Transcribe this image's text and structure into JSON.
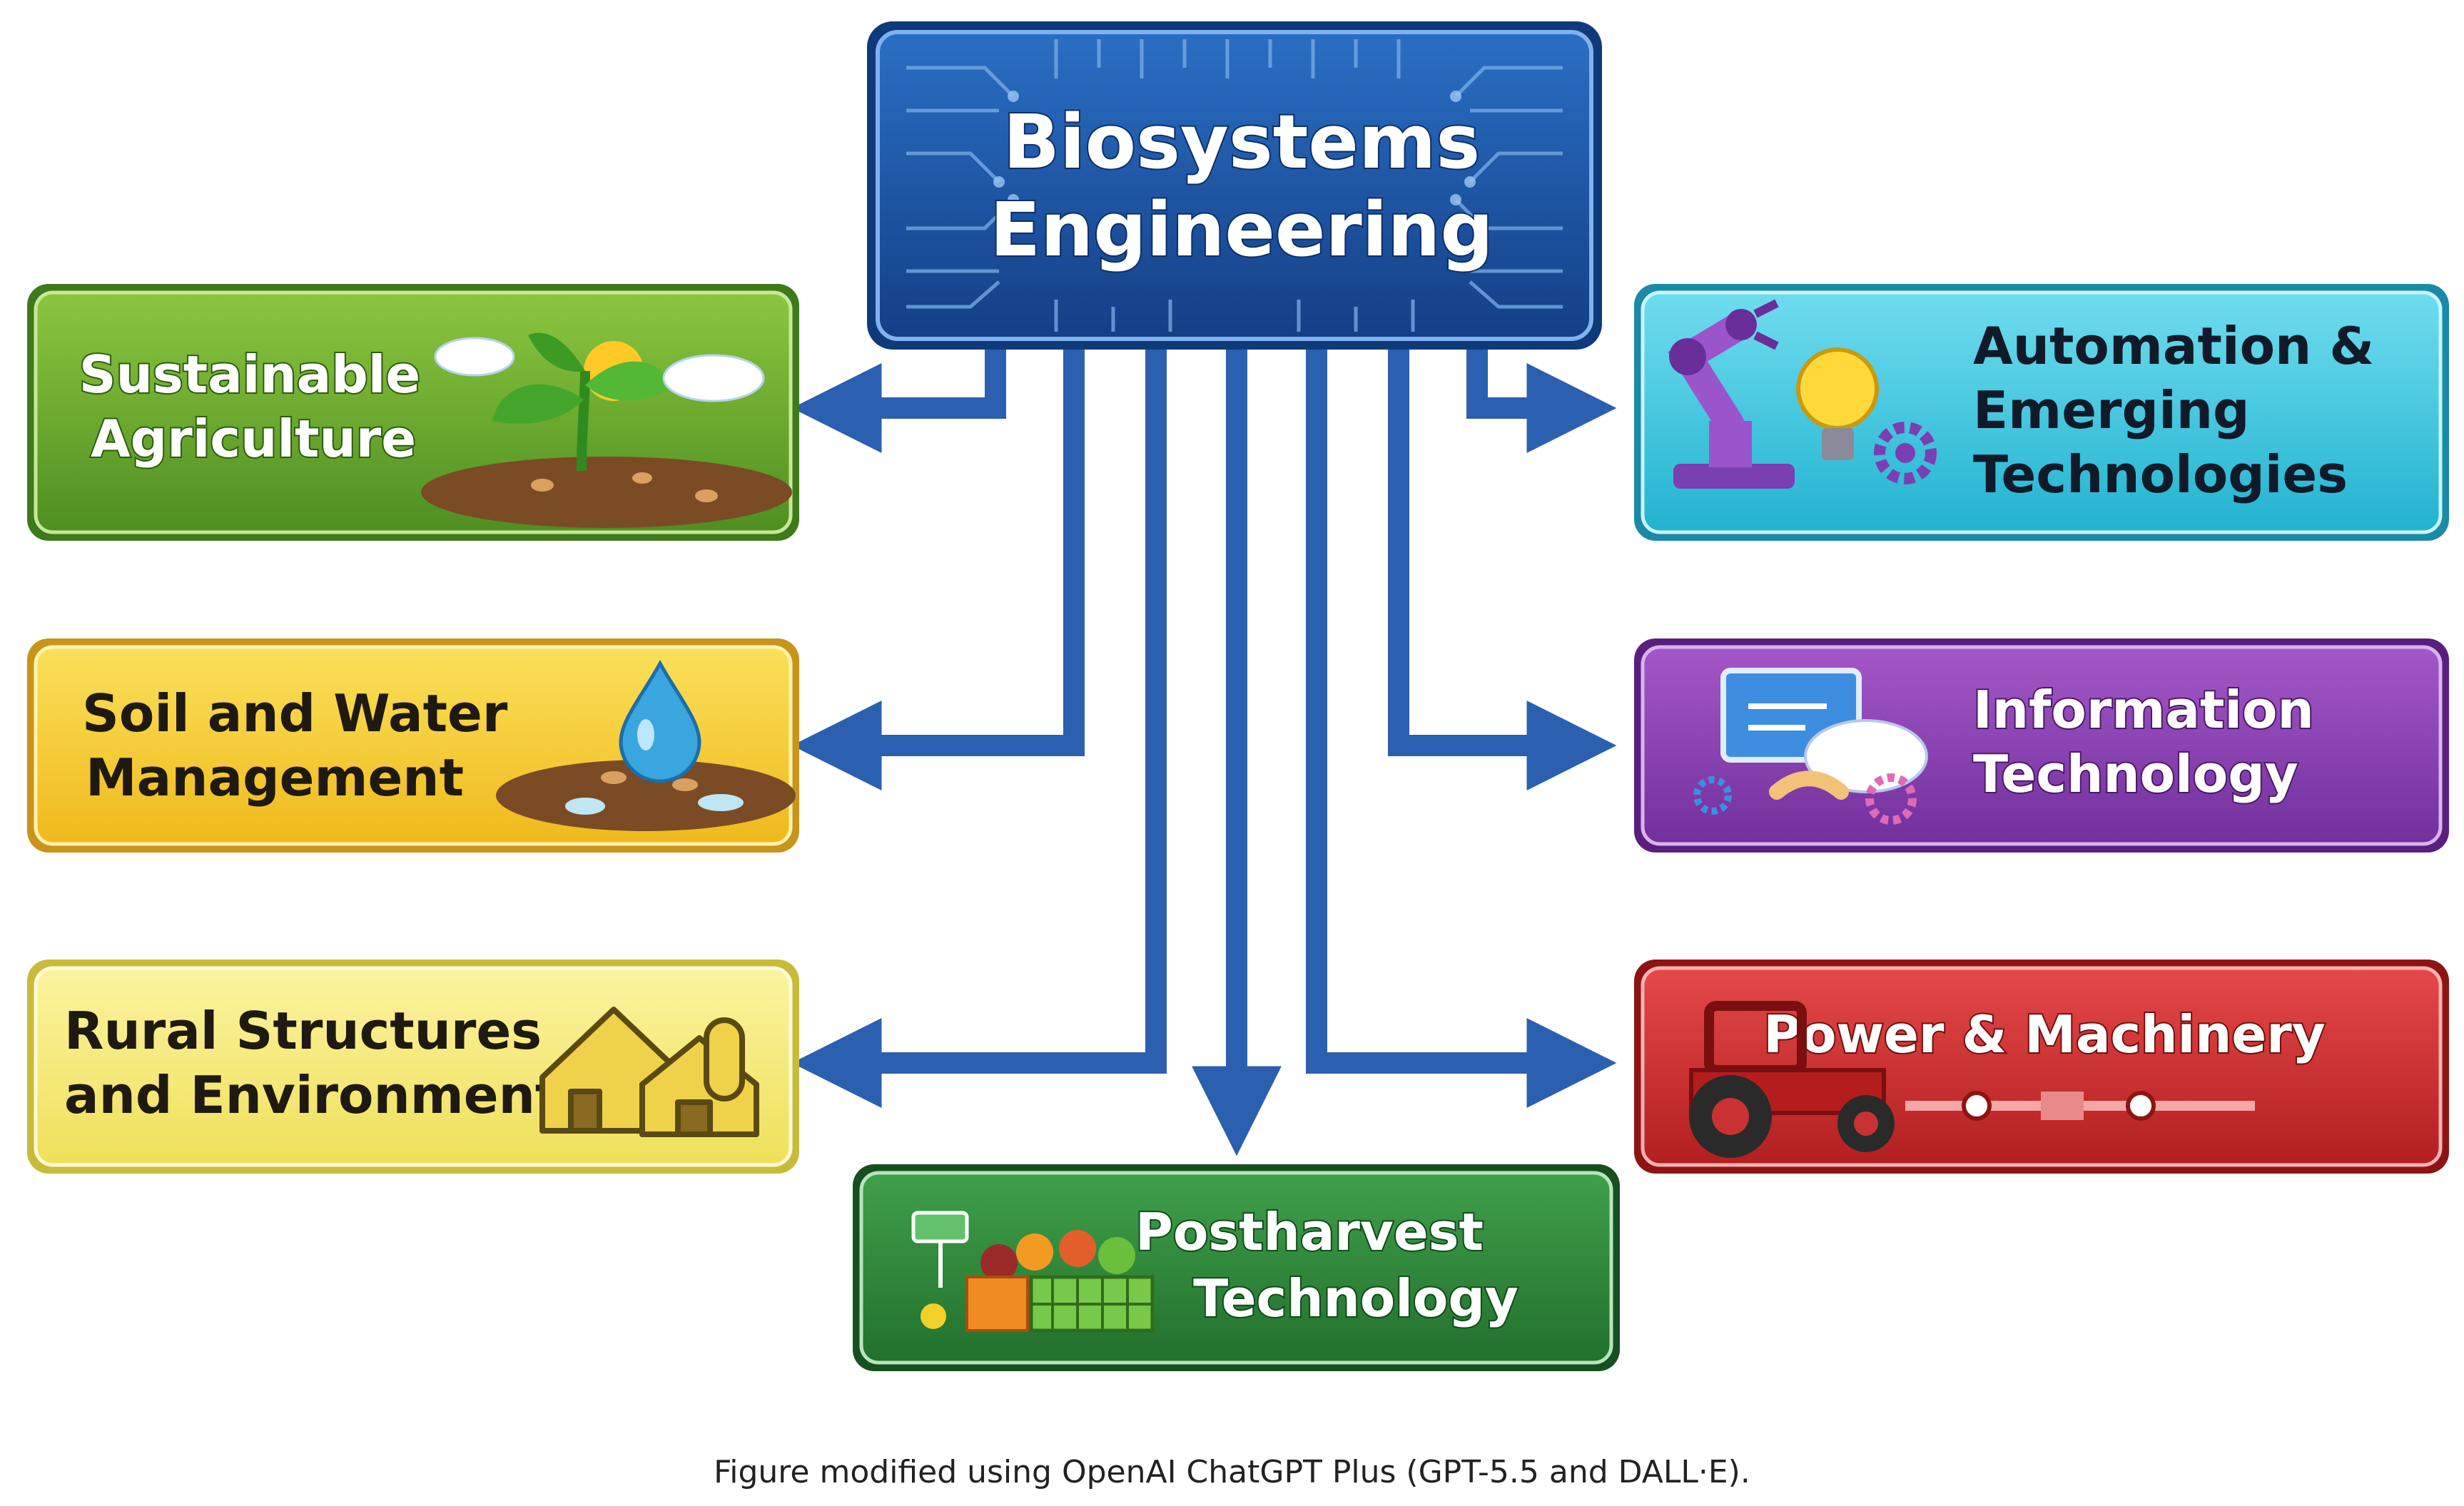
{
  "title": {
    "lines": [
      "Biosystems",
      "Engineering"
    ]
  },
  "nodes": {
    "agri": {
      "lines": [
        "Sustainable",
        "Agriculture"
      ]
    },
    "soil": {
      "lines": [
        "Soil and Water",
        "Management"
      ]
    },
    "rural": {
      "lines": [
        "Rural Structures",
        "and Environment"
      ]
    },
    "automation": {
      "lines": [
        "Automation &",
        "Emerging",
        "Technologies"
      ]
    },
    "it": {
      "lines": [
        "Information",
        "Technology"
      ]
    },
    "power": {
      "lines": [
        "Power & Machinery"
      ]
    },
    "post": {
      "lines": [
        "Postharvest",
        "Technology"
      ]
    }
  },
  "icons": {
    "agri": "plant-sprout-icon",
    "soil": "water-drop-icon",
    "rural": "farmhouse-icon",
    "automation": "robot-arm-lightbulb-icon",
    "it": "computer-cloud-handshake-icon",
    "power": "tractor-icon",
    "post": "vegetable-crate-icon"
  },
  "colors": {
    "arrow": "#2b5fb0",
    "title_bg": "#1e5aa8",
    "agri": "#6aaa2c",
    "soil": "#f5c92c",
    "rural": "#f3e76a",
    "automation": "#38c4dc",
    "it": "#8a3fb0",
    "power": "#cf2b2b",
    "post": "#2f8a3b"
  },
  "caption": "Figure modified using OpenAI ChatGPT Plus (GPT-5.5 and DALL·E)."
}
